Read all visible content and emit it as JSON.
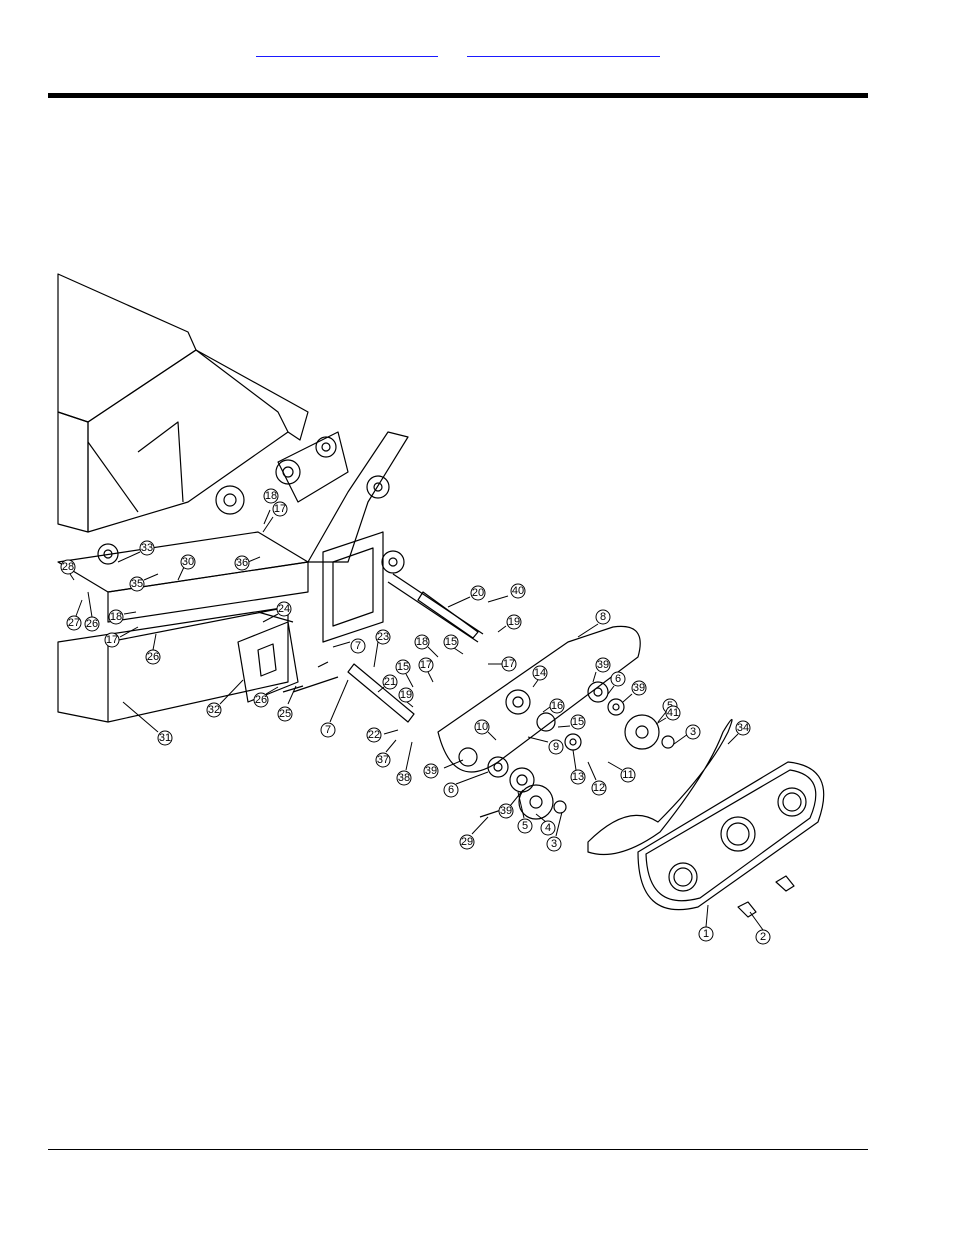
{
  "header": {
    "links": [
      "",
      ""
    ]
  },
  "diagram": {
    "callouts": [
      "1",
      "2",
      "3",
      "3",
      "4",
      "5",
      "5",
      "6",
      "6",
      "7",
      "7",
      "8",
      "9",
      "10",
      "11",
      "12",
      "13",
      "14",
      "15",
      "15",
      "15",
      "16",
      "17",
      "17",
      "17",
      "17",
      "18",
      "18",
      "18",
      "19",
      "19",
      "20",
      "21",
      "22",
      "23",
      "24",
      "25",
      "26",
      "26",
      "26",
      "27",
      "28",
      "29",
      "30",
      "31",
      "32",
      "33",
      "34",
      "35",
      "36",
      "37",
      "38",
      "39",
      "39",
      "39",
      "39",
      "40",
      "41"
    ]
  }
}
